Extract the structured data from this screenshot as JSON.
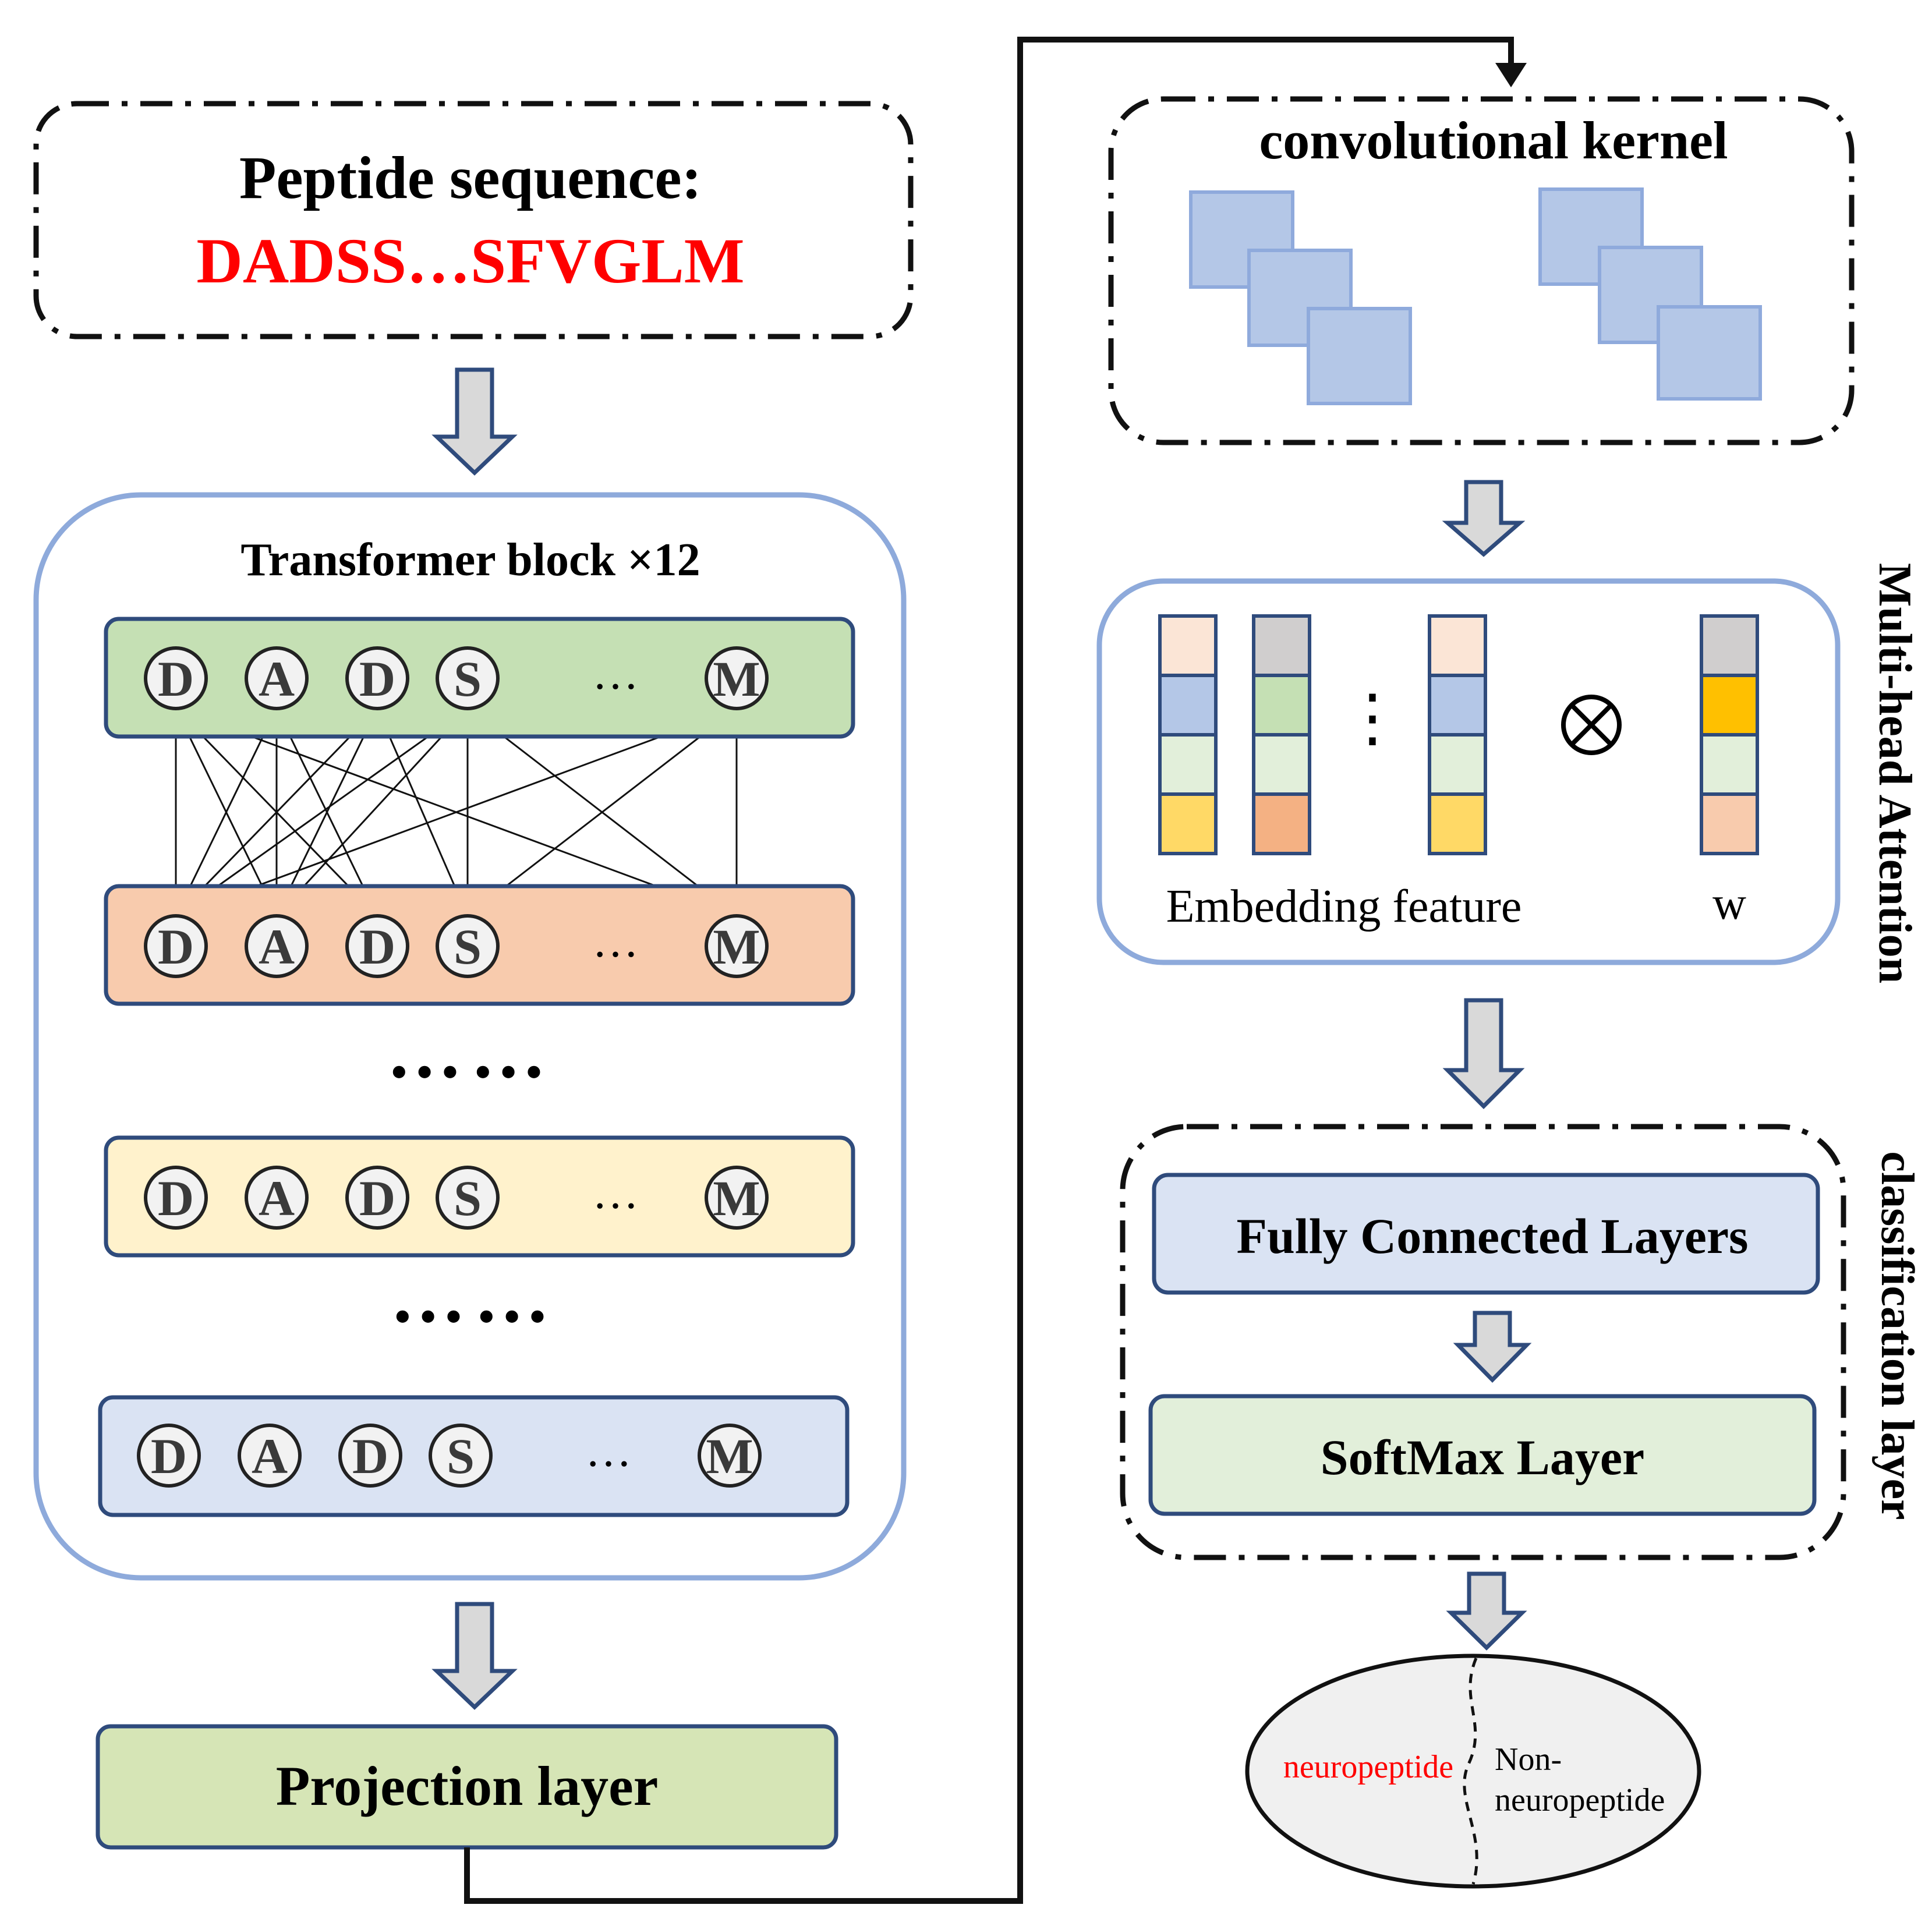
{
  "input": {
    "title": "Peptide sequence:",
    "sequence": "DADSS…SFVGLM"
  },
  "transformer": {
    "title": "Transformer block ×12",
    "tokens": [
      "D",
      "A",
      "D",
      "S",
      "M"
    ],
    "ellipsis": "…",
    "separator": "……"
  },
  "projection": {
    "label": "Projection layer"
  },
  "conv": {
    "title": "convolutional kernel"
  },
  "attention": {
    "side_label": "Multi-head Attention",
    "embedding_label": "Embedding feature",
    "weight_label": "w",
    "vdots": "⋮",
    "otimes": "⊗"
  },
  "classification": {
    "side_label": "classification layer",
    "fc_label": "Fully Connected Layers",
    "softmax_label": "SoftMax Layer"
  },
  "output": {
    "positive": "neuropeptide",
    "negative_line1": "Non-",
    "negative_line2": "neuropeptide"
  },
  "colors": {
    "blue_border": "#8eaadb",
    "dark_blue": "#2f4b7c",
    "green_row": "#c5e0b4",
    "orange_row": "#f8cbad",
    "yellow_row": "#fff2cc",
    "blue_row": "#dae3f3",
    "projection_fill": "#d6e5b6",
    "kernel_fill": "#b4c7e7",
    "kernel_stroke": "#8faadc",
    "arrow_fill": "#d9d9d9",
    "sequence_red": "#ff0000"
  }
}
